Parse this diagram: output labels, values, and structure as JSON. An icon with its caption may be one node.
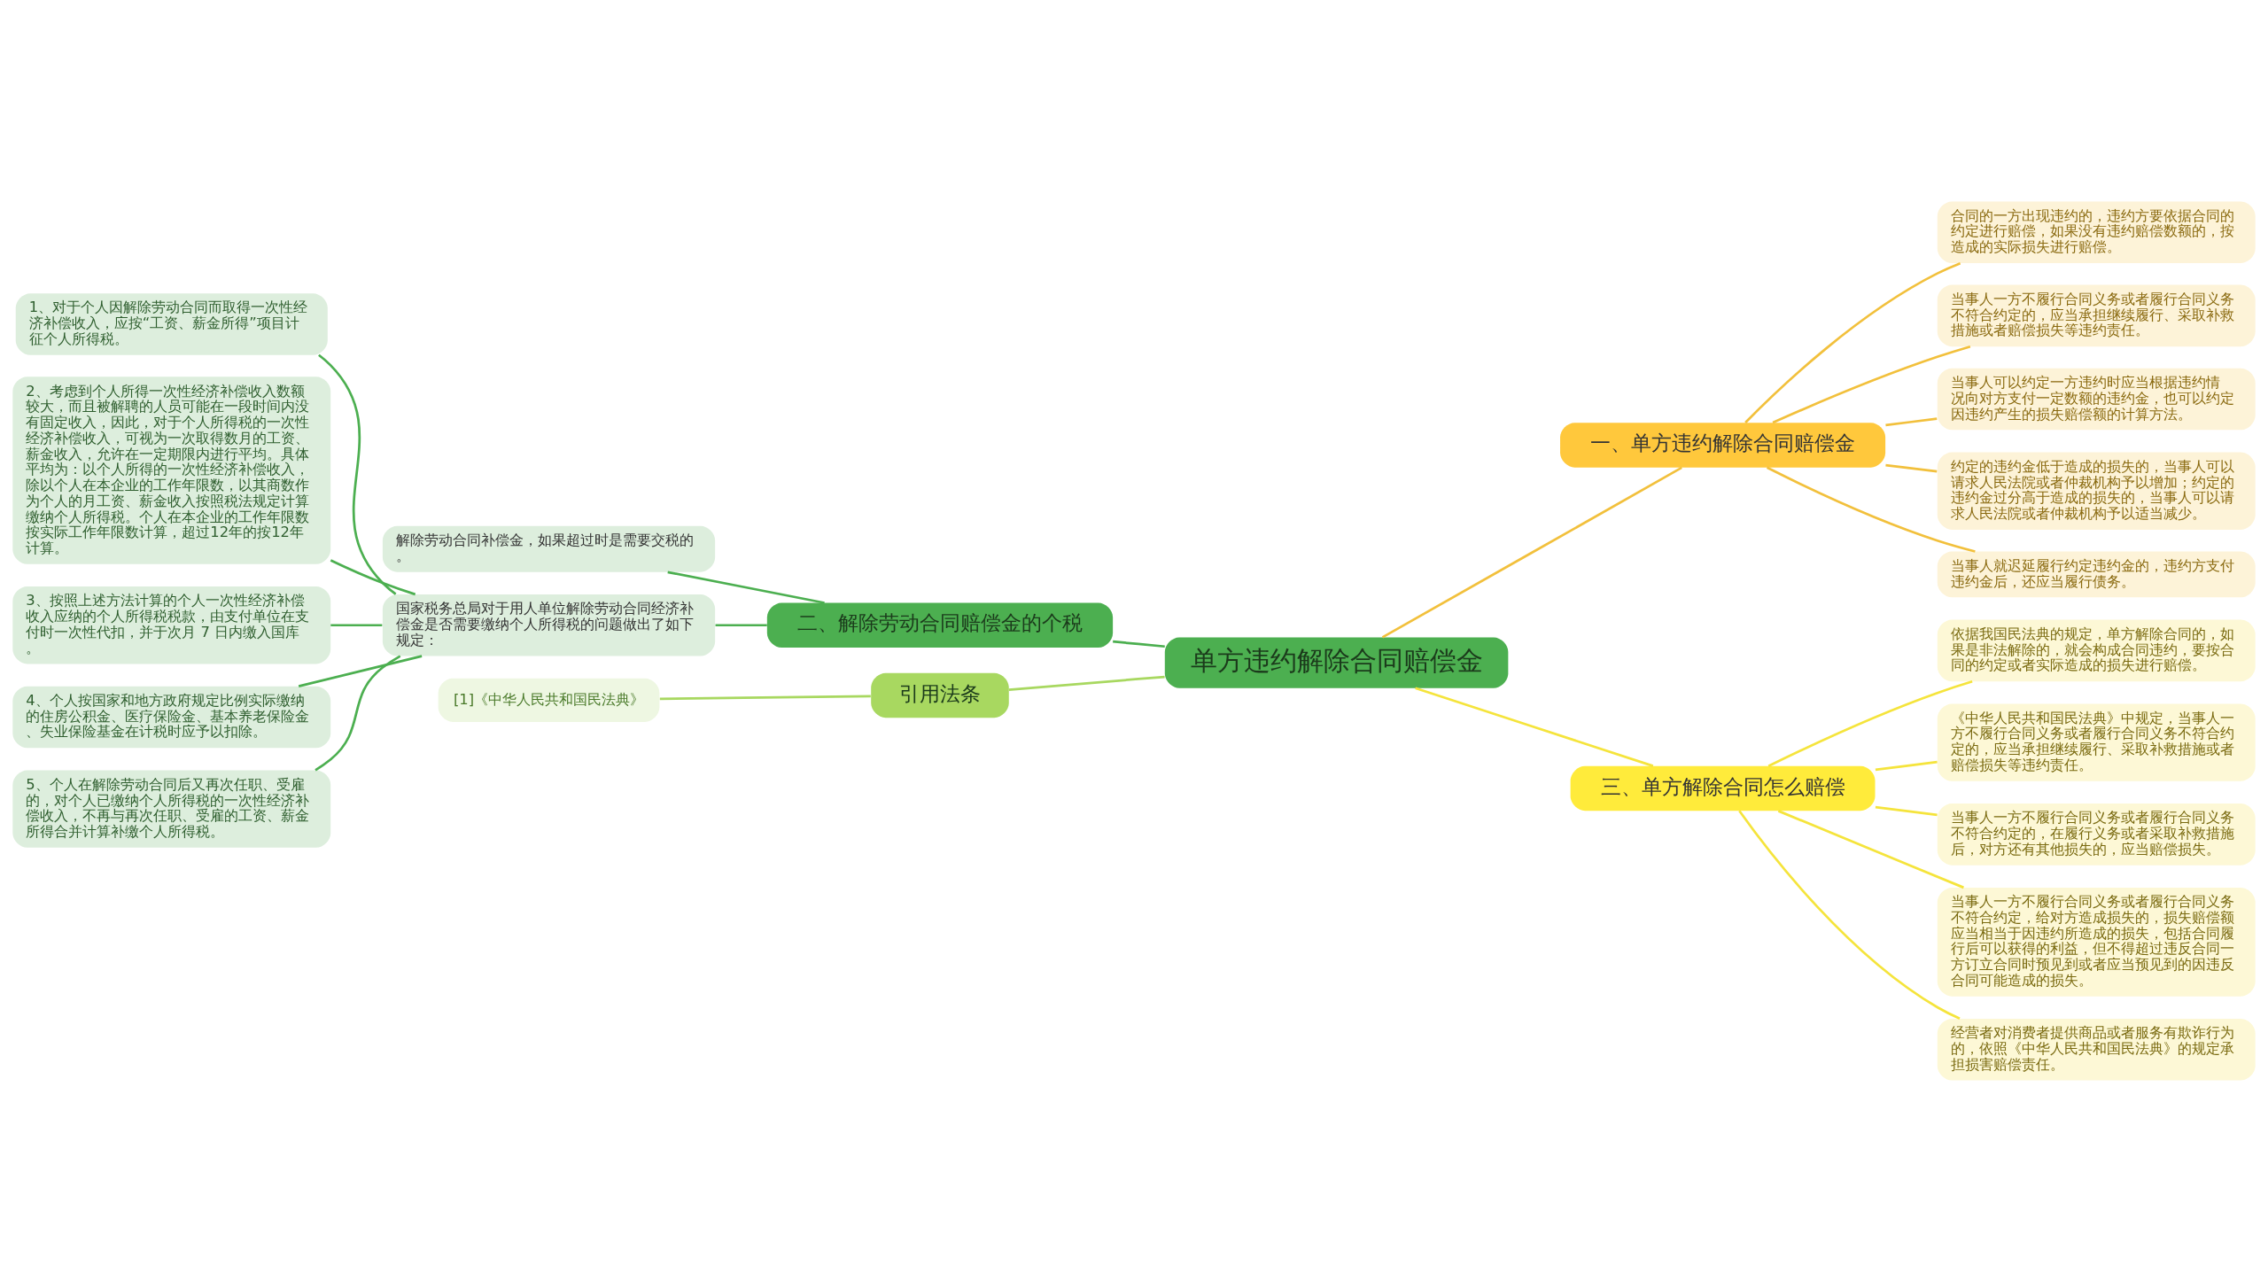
{
  "diagram": {
    "nodes": [
      {
        "text": [
          "单方违约解除合同赔偿金"
        ]
      },
      {
        "text": [
          "一、单方违约解除合同赔偿金"
        ]
      },
      {
        "text": [
          "合同的一方出现违约的，违约方要依据合同的约定进行赔偿，如果没有违约赔偿数额的，按造成的实际损失进行赔偿。"
        ]
      },
      {
        "text": [
          "当事人一方不履行合同义务或者履行合同义务不符合约定的，应当承担继续履行、采取补救措施或者赔偿损失等违约责任。"
        ]
      },
      {
        "text": [
          " 当事人可以约定一方违约时应当根据违约情况向对方支付一定数额的违约金，也可以约定因违约产生的损失赔偿额的计算方法。"
        ]
      },
      {
        "text": [
          "约定的违约金低于造成的损失的，当事人可以请求人民法院或者仲裁机构予以增加；约定的违约金过分高于造成的损失的，当事人可以请求人民法院或者仲裁机构予以适当减少。"
        ]
      },
      {
        "text": [
          "当事人就迟延履行约定违约金的，违约方支付违约金后，还应当履行债务。"
        ]
      },
      {
        "text": [
          "二、解除劳动合同赔偿金的个税"
        ]
      },
      {
        "text": [
          "解除劳动合同补偿金，如果超过时是需要交税的。"
        ]
      },
      {
        "text": [
          "国家税务总局对于用人单位解除劳动合同经济补偿金是否需要缴纳个人所得税的问题做出了如下规定："
        ]
      },
      {
        "text": [
          "1、对于个人因解除劳动合同而取得一次性经济补偿收入，应按“工资、薪金所得”项目计征个人所得税。"
        ]
      },
      {
        "text": [
          "2、考虑到个人所得一次性经济补偿收入数额较大，而且被解聘的人员可能在一段时间内没有固定收入，因此，对于个人所得税的一次性经济补偿收入，可视为一次取得数月的工资、薪金收入，允许在一定期限内进行平均。具体平均为：以个人所得的一次性经济补偿收入，除以个人在本企业的工作年限数，以其商数作为个人的月工资、薪金收入按照税法规定计算缴纳个人所得税。个人在本企业的工作年限数按实际工作年限数计算，超过12年的按12年计算。"
        ]
      },
      {
        "text": [
          "3、按照上述方法计算的个人一次性经济补偿收入应纳的个人所得税税款，由支付单位在支付时一次性代扣，并于次月 7 日内缴入国库。"
        ]
      },
      {
        "text": [
          "4、个人按国家和地方政府规定比例实际缴纳的住房公积金、医疗保险金、基本养老保险金、失业保险基金在计税时应予以扣除。"
        ]
      },
      {
        "text": [
          "5、个人在解除劳动合同后又再次任职、受雇的，对个人已缴纳个人所得税的一次性经济补偿收入，不再与再次任职、受雇的工资、薪金所得合并计算补缴个人所得税。"
        ]
      },
      {
        "text": [
          "三、单方解除合同怎么赔偿"
        ]
      },
      {
        "text": [
          "依据我国民法典的规定，单方解除合同的，如果是非法解除的，就会构成合同违约，要按合同的约定或者实际造成的损失进行赔偿。"
        ]
      },
      {
        "text": [
          "《中华人民共和国民法典》中规定，当事人一方不履行合同义务或者履行合同义务不符合约定的，应当承担继续履行、采取补救措施或者赔偿损失等违约责任。"
        ]
      },
      {
        "text": [
          "当事人一方不履行合同义务或者履行合同义务不符合约定的，在履行义务或者采取补救措施后，对方还有其他损失的，应当赔偿损失。"
        ]
      },
      {
        "text": [
          "当事人一方不履行合同义务或者履行合同义务不符合约定，给对方造成损失的，损失赔偿额应当相当于因违约所造成的损失，包括合同履行后可以获得的利益，但不得超过违反合同一方订立合同时预见到或者应当预见到的因违反合同可能造成的损失。"
        ]
      },
      {
        "text": [
          "经营者对消费者提供商品或者服务有欺诈行为的，依照《中华人民共和国民法典》的规定承担损害赔偿责任。"
        ]
      },
      {
        "text": [
          "引用法条"
        ]
      },
      {
        "text": [
          "[1]《中华人民共和国民法典》"
        ]
      }
    ],
    "edges": [
      {
        "from": 0,
        "to": 1,
        "arrow": "none",
        "color": "#f2c03c"
      },
      {
        "from": 1,
        "to": 2,
        "arrow": "none",
        "color": "#f2c03c"
      },
      {
        "from": 1,
        "to": 3,
        "arrow": "none",
        "color": "#f2c03c"
      },
      {
        "from": 1,
        "to": 4,
        "arrow": "none",
        "color": "#f2c03c"
      },
      {
        "from": 1,
        "to": 5,
        "arrow": "none",
        "color": "#f2c03c"
      },
      {
        "from": 1,
        "to": 6,
        "arrow": "none",
        "color": "#f2c03c"
      },
      {
        "from": 0,
        "to": 7,
        "arrow": "none"
      },
      {
        "from": 7,
        "to": 8,
        "arrow": "none"
      },
      {
        "from": 7,
        "to": 9,
        "arrow": "none"
      },
      {
        "from": 9,
        "to": 10,
        "arrow": "none"
      },
      {
        "from": 9,
        "to": 11,
        "arrow": "none"
      },
      {
        "from": 9,
        "to": 12,
        "arrow": "none"
      },
      {
        "from": 9,
        "to": 13,
        "arrow": "none"
      },
      {
        "from": 9,
        "to": 14,
        "arrow": "none"
      },
      {
        "from": 0,
        "to": 15,
        "arrow": "none",
        "color": "#f5e43c"
      },
      {
        "from": 15,
        "to": 16,
        "arrow": "none",
        "color": "#f5e43c"
      },
      {
        "from": 15,
        "to": 17,
        "arrow": "none",
        "color": "#f5e43c"
      },
      {
        "from": 15,
        "to": 18,
        "arrow": "none",
        "color": "#f5e43c"
      },
      {
        "from": 15,
        "to": 19,
        "arrow": "none",
        "color": "#f5e43c"
      },
      {
        "from": 15,
        "to": 20,
        "arrow": "none",
        "color": "#f5e43c"
      },
      {
        "from": 0,
        "to": 21,
        "arrow": "none",
        "color": "#a8d860"
      },
      {
        "from": 21,
        "to": 22,
        "arrow": "none",
        "color": "#a8d860"
      }
    ]
  }
}
